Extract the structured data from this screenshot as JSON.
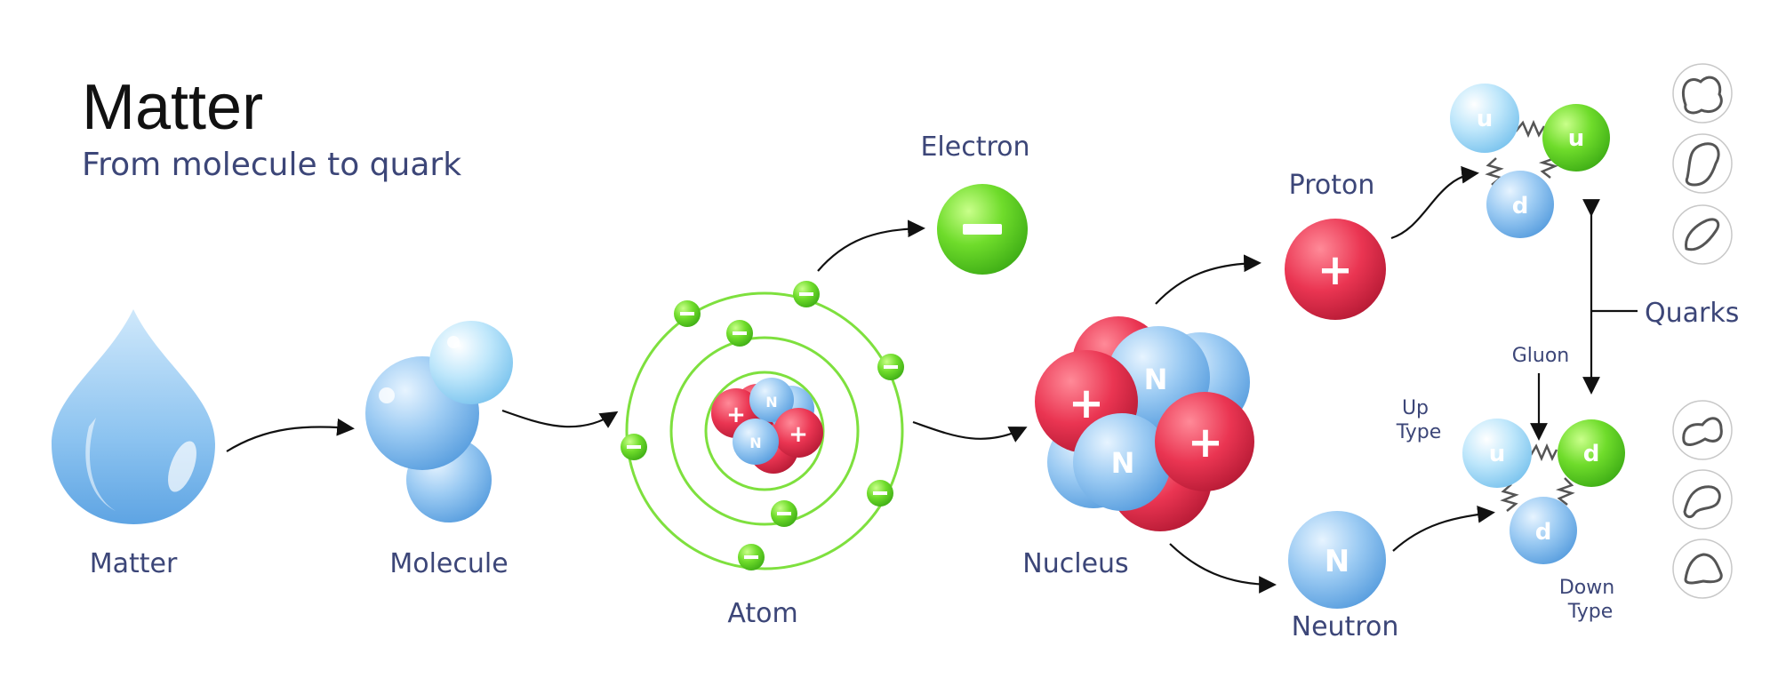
{
  "header": {
    "title": "Matter",
    "subtitle": "From molecule to quark"
  },
  "labels": {
    "matter": "Matter",
    "molecule": "Molecule",
    "atom": "Atom",
    "electron": "Electron",
    "nucleus": "Nucleus",
    "proton": "Proton",
    "neutron": "Neutron",
    "quarks": "Quarks",
    "gluon": "Gluon",
    "up_type_1": "Up",
    "up_type_2": "Type",
    "down_type_1": "Down",
    "down_type_2": "Type"
  },
  "symbols": {
    "plus": "+",
    "neutron": "N",
    "up_quark": "u",
    "down_quark": "d"
  },
  "colors": {
    "label": "#3c4678",
    "title": "#111111",
    "proton": "#e8334f",
    "neutron": "#7cb7ec",
    "electron": "#63d629",
    "orbit": "#7ee03e",
    "water": "#a9d3f5"
  }
}
